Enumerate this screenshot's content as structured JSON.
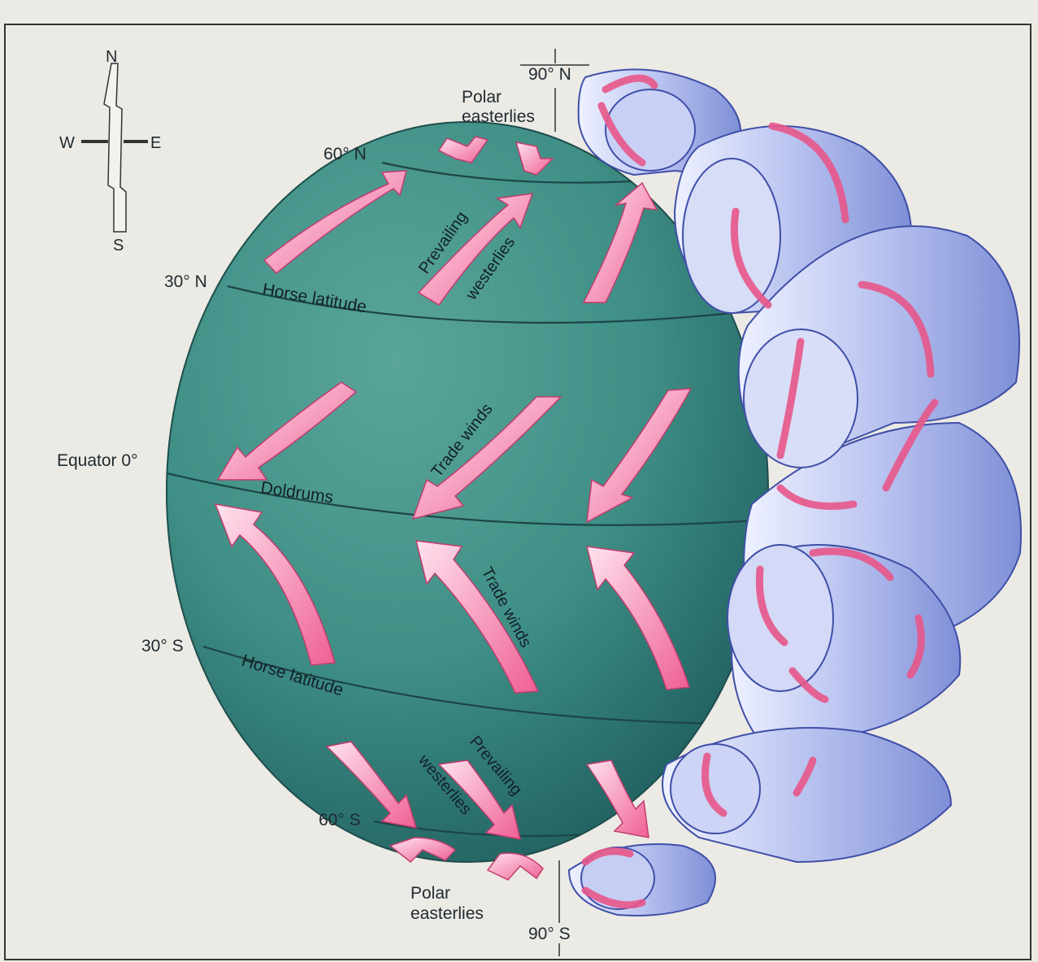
{
  "compass": {
    "north": "N",
    "south": "S",
    "west": "W",
    "east": "E"
  },
  "latitudes": {
    "n90": "90° N",
    "n60": "60° N",
    "n30": "30° N",
    "equator": "Equator 0°",
    "s30": "30° S",
    "s60": "60° S",
    "s90": "90° S"
  },
  "bands": {
    "horse_latitude_north": "Horse latitude",
    "doldrums": "Doldrums",
    "horse_latitude_south": "Horse latitude"
  },
  "winds": {
    "polar_easterlies_north": [
      "Polar",
      "easterlies"
    ],
    "prevailing_westerlies_north": [
      "Prevailing",
      "westerlies"
    ],
    "trade_winds_north": "Trade winds",
    "trade_winds_south": "Trade winds",
    "prevailing_westerlies_south": [
      "Prevailing",
      "westerlies"
    ],
    "polar_easterlies_south": [
      "Polar",
      "easterlies"
    ]
  },
  "colors": {
    "ocean_globe": "#3f8f86",
    "wind_arrow": "#f27aa3",
    "convection_cell": "#a8b3e8",
    "page": "#eceae4"
  }
}
